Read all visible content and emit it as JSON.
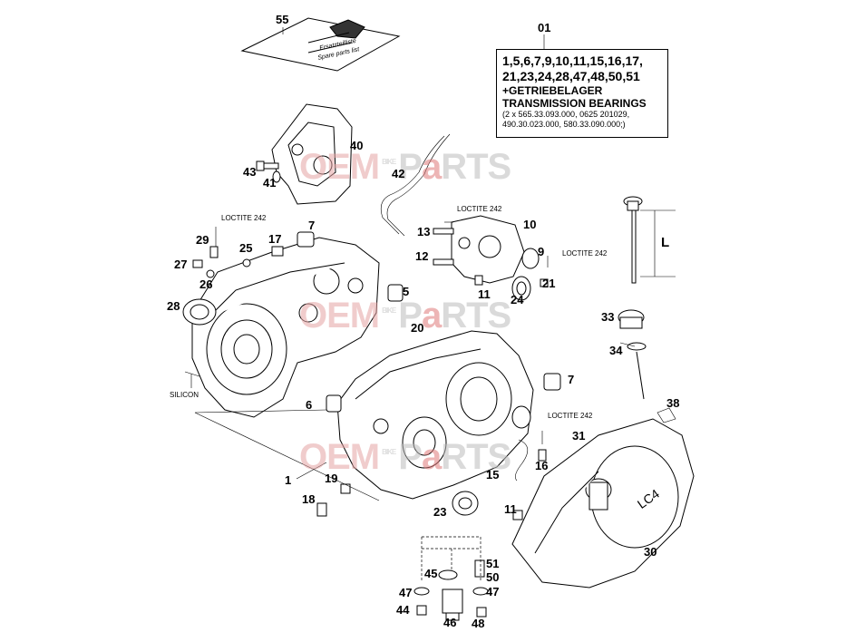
{
  "diagram": {
    "kit": {
      "number": "01",
      "lines": [
        "1,5,6,7,9,10,11,15,16,17,",
        "21,23,24,28,47,48,50,51",
        "+GETRIEBELAGER",
        "TRANSMISSION BEARINGS"
      ],
      "details": [
        "(2 x 565.33.093.000, 0625 201029,",
        "490.30.023.000, 580.33.090.000;)"
      ]
    },
    "manual_labels": [
      "Ersatzteilliste",
      "Spare parts list"
    ],
    "notes": {
      "loctite_a": "LOCTITE 242",
      "loctite_b": "LOCTITE 242",
      "loctite_c": "LOCTITE 242",
      "loctite_d": "LOCTITE 242",
      "silicon": "SILICON",
      "dimension_l": "L",
      "cover_logo": "LC4"
    },
    "callouts": [
      "55",
      "40",
      "42",
      "43",
      "41",
      "7",
      "29",
      "17",
      "25",
      "27",
      "26",
      "28",
      "13",
      "10",
      "12",
      "9",
      "21",
      "11",
      "24",
      "5",
      "20",
      "33",
      "34",
      "6",
      "7",
      "38",
      "31",
      "16",
      "15",
      "1",
      "19",
      "18",
      "23",
      "11",
      "30",
      "45",
      "51",
      "50",
      "47",
      "47",
      "44",
      "46",
      "48"
    ],
    "watermark": {
      "part1": "OEM",
      "side": "BIKE",
      "part2": "P",
      "part3": "a",
      "part4": "RTS"
    }
  }
}
